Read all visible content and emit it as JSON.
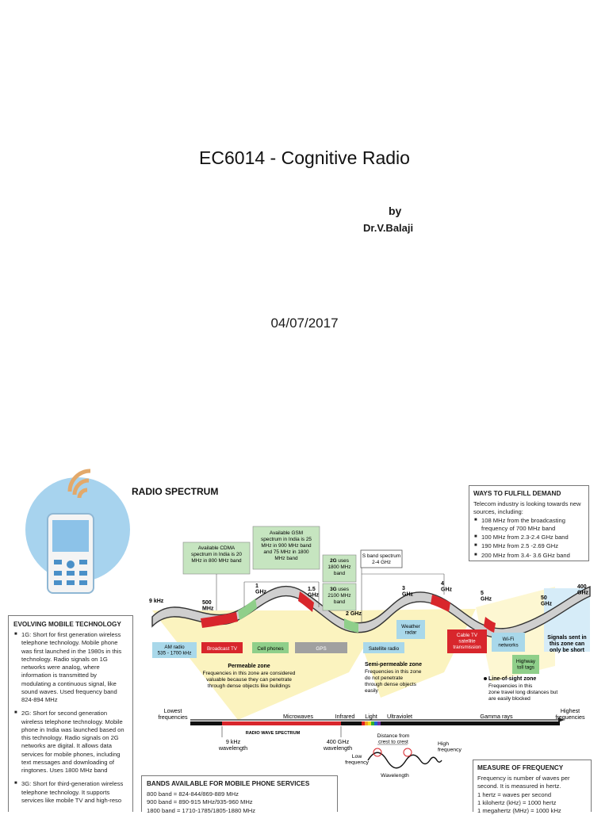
{
  "slide": {
    "title": "EC6014 - Cognitive Radio",
    "by": "by",
    "author": "Dr.V.Balaji",
    "date": "04/07/2017"
  },
  "infographic": {
    "heading": "RADIO SPECTRUM",
    "freq_labels": [
      {
        "id": "f1",
        "lines": [
          "9 kHz"
        ]
      },
      {
        "id": "f2",
        "lines": [
          "500",
          "MHz"
        ]
      },
      {
        "id": "f3",
        "lines": [
          "1",
          "GHz"
        ]
      },
      {
        "id": "f4",
        "lines": [
          "1.5",
          "GHz"
        ]
      },
      {
        "id": "f5",
        "lines": [
          "2 GHz"
        ]
      },
      {
        "id": "f6",
        "lines": [
          "3",
          "GHz"
        ]
      },
      {
        "id": "f7",
        "lines": [
          "4",
          "GHz"
        ]
      },
      {
        "id": "f8",
        "lines": [
          "5",
          "GHz"
        ]
      },
      {
        "id": "f9",
        "lines": [
          "50",
          "GHz"
        ]
      },
      {
        "id": "f10",
        "lines": [
          "400",
          "GHz"
        ]
      }
    ],
    "callouts": {
      "cdma": [
        "Available CDMA",
        "spectrum in India is 20",
        "MHz in 800 MHz band"
      ],
      "gsm": [
        "Available GSM",
        "spectrum in India is 25",
        "MHz in 900 MHz band",
        "and 75 MHz in 1800",
        "MHz band"
      ],
      "g2_bold": "2G",
      "g2": [
        " uses",
        "1800 MHz",
        "band"
      ],
      "g3_bold": "3G",
      "g3": [
        " uses",
        "2100 MHz",
        "band"
      ],
      "sband": [
        "S band spectrum",
        "2-4 GHz"
      ]
    },
    "bands": {
      "am_radio": [
        "AM radio",
        "535 - 1700 kHz"
      ],
      "broadcast_tv": "Broadcast TV",
      "cell_phones": "Cell phones",
      "gps": "GPS",
      "satellite_radio": "Satellite radio",
      "weather_radar": [
        "Weather",
        "radar"
      ],
      "cable_tv": [
        "Cable TV",
        "satellite",
        "transmission"
      ],
      "wifi": [
        "Wi-Fi",
        "networks"
      ],
      "highway": [
        "Highway",
        "toll tags"
      ]
    },
    "zones": {
      "permeable_title": "Permeable zone",
      "permeable_desc": [
        "Frequencies in this zone are considered",
        "valuable because they can penetrate",
        "through dense objects like buildings"
      ],
      "semi_title": "Semi-permeable zone",
      "semi_desc": [
        "Frequencies in this zone",
        "do not penetrate",
        "through dense objects",
        "easily"
      ],
      "los_title": "Line-of-sight zone",
      "los_desc": [
        "Frequencies in this",
        "zone travel long distances but",
        "are easily blocked"
      ],
      "short_signals": [
        "Signals sent in",
        "this zone can",
        "only be short"
      ]
    },
    "em_spectrum": {
      "lowest": [
        "Lowest",
        "frequencies"
      ],
      "microwaves": "Microwaves",
      "infrared": "Infrared",
      "light": "Light",
      "ultraviolet": "Ultraviolet",
      "gamma": "Gamma rays",
      "highest": [
        "Highest",
        "frequencies"
      ],
      "bar_label": "RADIO WAVE SPECTRUM",
      "wl_left": [
        "9 kHz",
        "wavelength"
      ],
      "wl_right": [
        "400 GHz",
        "wavelength"
      ],
      "distance": [
        "Distance from",
        "crest to crest"
      ],
      "high_freq": [
        "High",
        "frequency"
      ],
      "low_freq": [
        "Low",
        "frequency"
      ],
      "wavelength": "Wavelength"
    },
    "ways_box": {
      "title": "WAYS TO FULFILL DEMAND",
      "intro": "Telecom industry is looking towards new sources, including:",
      "items": [
        "108 MHz from the broadcasting frequency of 700 MHz band",
        "100 MHz from 2.3-2.4 GHz band",
        "190 MHz from 2.5 -2.69 GHz",
        "200 MHz from 3.4- 3.6 GHz band"
      ]
    },
    "evolving_box": {
      "title": "EVOLVING MOBILE TECHNOLOGY",
      "items": [
        "1G: Short for first generation wireless telephone technology. Mobile phone was first launched in the 1980s in this technology. Radio signals on 1G networks were analog, where information is transmitted by modulating a continuous signal, like sound waves. Used frequency band 824-894 MHz",
        "2G: Short for second generation wireless telephone technology. Mobile phone in India was launched based on this technology. Radio signals on 2G networks are digital. It allows data services for mobile phones, including text messages and downloading of ringtones. Uses 1800 MHz band",
        "3G: Short for third-generation wireless telephone technology. It supports services like mobile TV and high-reso"
      ]
    },
    "bands_box": {
      "title": "BANDS AVAILABLE FOR MOBILE PHONE SERVICES",
      "lines": [
        "800 band = 824-844/869-889 MHz",
        "900 band = 890-915 MHz/935-960 MHz",
        "1800 band = 1710-1785/1805-1880 MHz"
      ]
    },
    "measure_box": {
      "title": "MEASURE OF FREQUENCY",
      "lines": [
        "Frequency is number of waves per",
        "second. It is measured in hertz.",
        "1 hertz = waves per second",
        "1 kilohertz (kHz) = 1000 hertz",
        "1 megahertz (MHz) = 1000 kHz"
      ]
    },
    "colors": {
      "band_gray": "#cfcfcf",
      "red": "#d8262c",
      "green": "#8fcf8a",
      "blue_tag": "#a9d8ea",
      "yellow_zone": "#fbf3bf",
      "callout_green": "#c6e5c0",
      "circle_blue": "#a7d3ee"
    }
  }
}
